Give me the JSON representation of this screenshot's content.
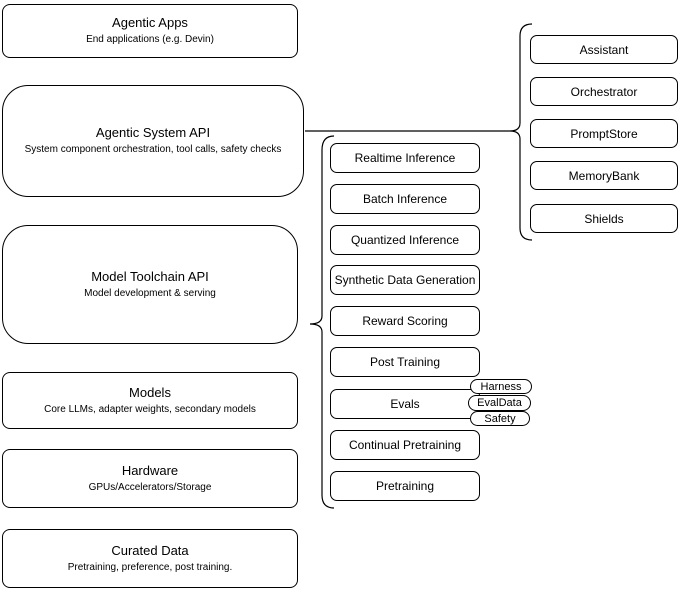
{
  "left_stack": [
    {
      "title": "Agentic Apps",
      "subtitle": "End applications (e.g. Devin)"
    },
    {
      "title": "Agentic System API",
      "subtitle": "System component orchestration, tool calls, safety checks"
    },
    {
      "title": "Model Toolchain API",
      "subtitle": "Model development & serving"
    },
    {
      "title": "Models",
      "subtitle": "Core LLMs, adapter weights, secondary models"
    },
    {
      "title": "Hardware",
      "subtitle": "GPUs/Accelerators/Storage"
    },
    {
      "title": "Curated Data",
      "subtitle": "Pretraining, preference, post training."
    }
  ],
  "toolchain_group": {
    "items": [
      "Realtime Inference",
      "Batch Inference",
      "Quantized Inference",
      "Synthetic Data Generation",
      "Reward Scoring",
      "Post Training",
      "Evals",
      "Continual Pretraining",
      "Pretraining"
    ],
    "evals_tags": [
      "Harness",
      "EvalData",
      "Safety"
    ]
  },
  "system_group": {
    "items": [
      "Assistant",
      "Orchestrator",
      "PromptStore",
      "MemoryBank",
      "Shields"
    ]
  },
  "colors": {
    "stroke": "#000000",
    "background": "#ffffff",
    "text": "#000000"
  }
}
